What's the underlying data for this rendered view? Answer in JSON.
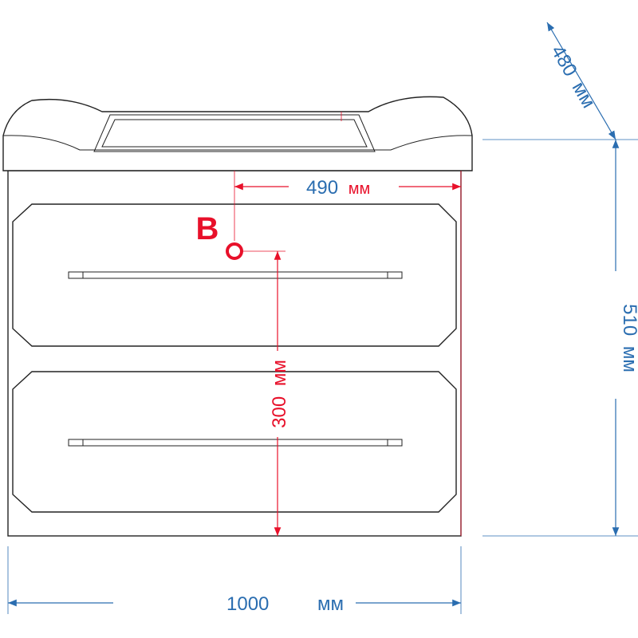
{
  "dimensions": {
    "depth": {
      "value": "480",
      "unit": "мм"
    },
    "height": {
      "value": "510",
      "unit": "мм"
    },
    "width": {
      "value": "1000",
      "unit": "мм"
    },
    "connection_offset_x": {
      "value": "490",
      "unit": "мм"
    },
    "connection_height": {
      "value": "300",
      "unit": "мм"
    }
  },
  "connection_point": {
    "label": "B"
  },
  "colors": {
    "dimension_blue": "#2a6db0",
    "dimension_red": "#e8102a",
    "outline": "#222222"
  }
}
